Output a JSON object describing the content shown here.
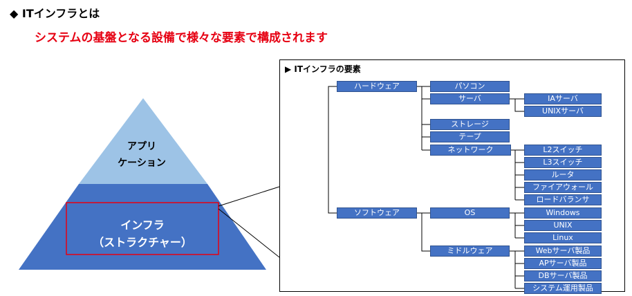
{
  "heading": "◆ ITインフラとは",
  "subheading": "システムの基盤となる設備で様々な要素で構成されます",
  "pyramid": {
    "top_label_line1": "アプリ",
    "top_label_line2": "ケーション",
    "bottom_label_line1": "インフラ",
    "bottom_label_line2": "（ストラクチャー）",
    "colors": {
      "top": "#9dc3e6",
      "bottom": "#4472c4",
      "highlight_border": "#e60012"
    }
  },
  "panel": {
    "title": "▶ ITインフラの要素",
    "level1": {
      "hardware": "ハードウェア",
      "software": "ソフトウェア"
    },
    "hardware_items": {
      "pc": "パソコン",
      "server": "サーバ",
      "storage": "ストレージ",
      "tape": "テープ",
      "network": "ネットワーク"
    },
    "server_items": {
      "ia": "IAサーバ",
      "unix": "UNIXサーバ"
    },
    "network_items": {
      "l2": "L2スイッチ",
      "l3": "L3スイッチ",
      "router": "ルータ",
      "firewall": "ファイアウォール",
      "lb": "ロードバランサ"
    },
    "software_items": {
      "os": "OS",
      "middleware": "ミドルウェア"
    },
    "os_items": {
      "windows": "Windows",
      "unix": "UNIX",
      "linux": "Linux"
    },
    "middleware_items": {
      "web": "Webサーバ製品",
      "ap": "APサーバ製品",
      "db": "DBサーバ製品",
      "ops": "システム運用製品"
    },
    "node_color": "#4472c4"
  }
}
